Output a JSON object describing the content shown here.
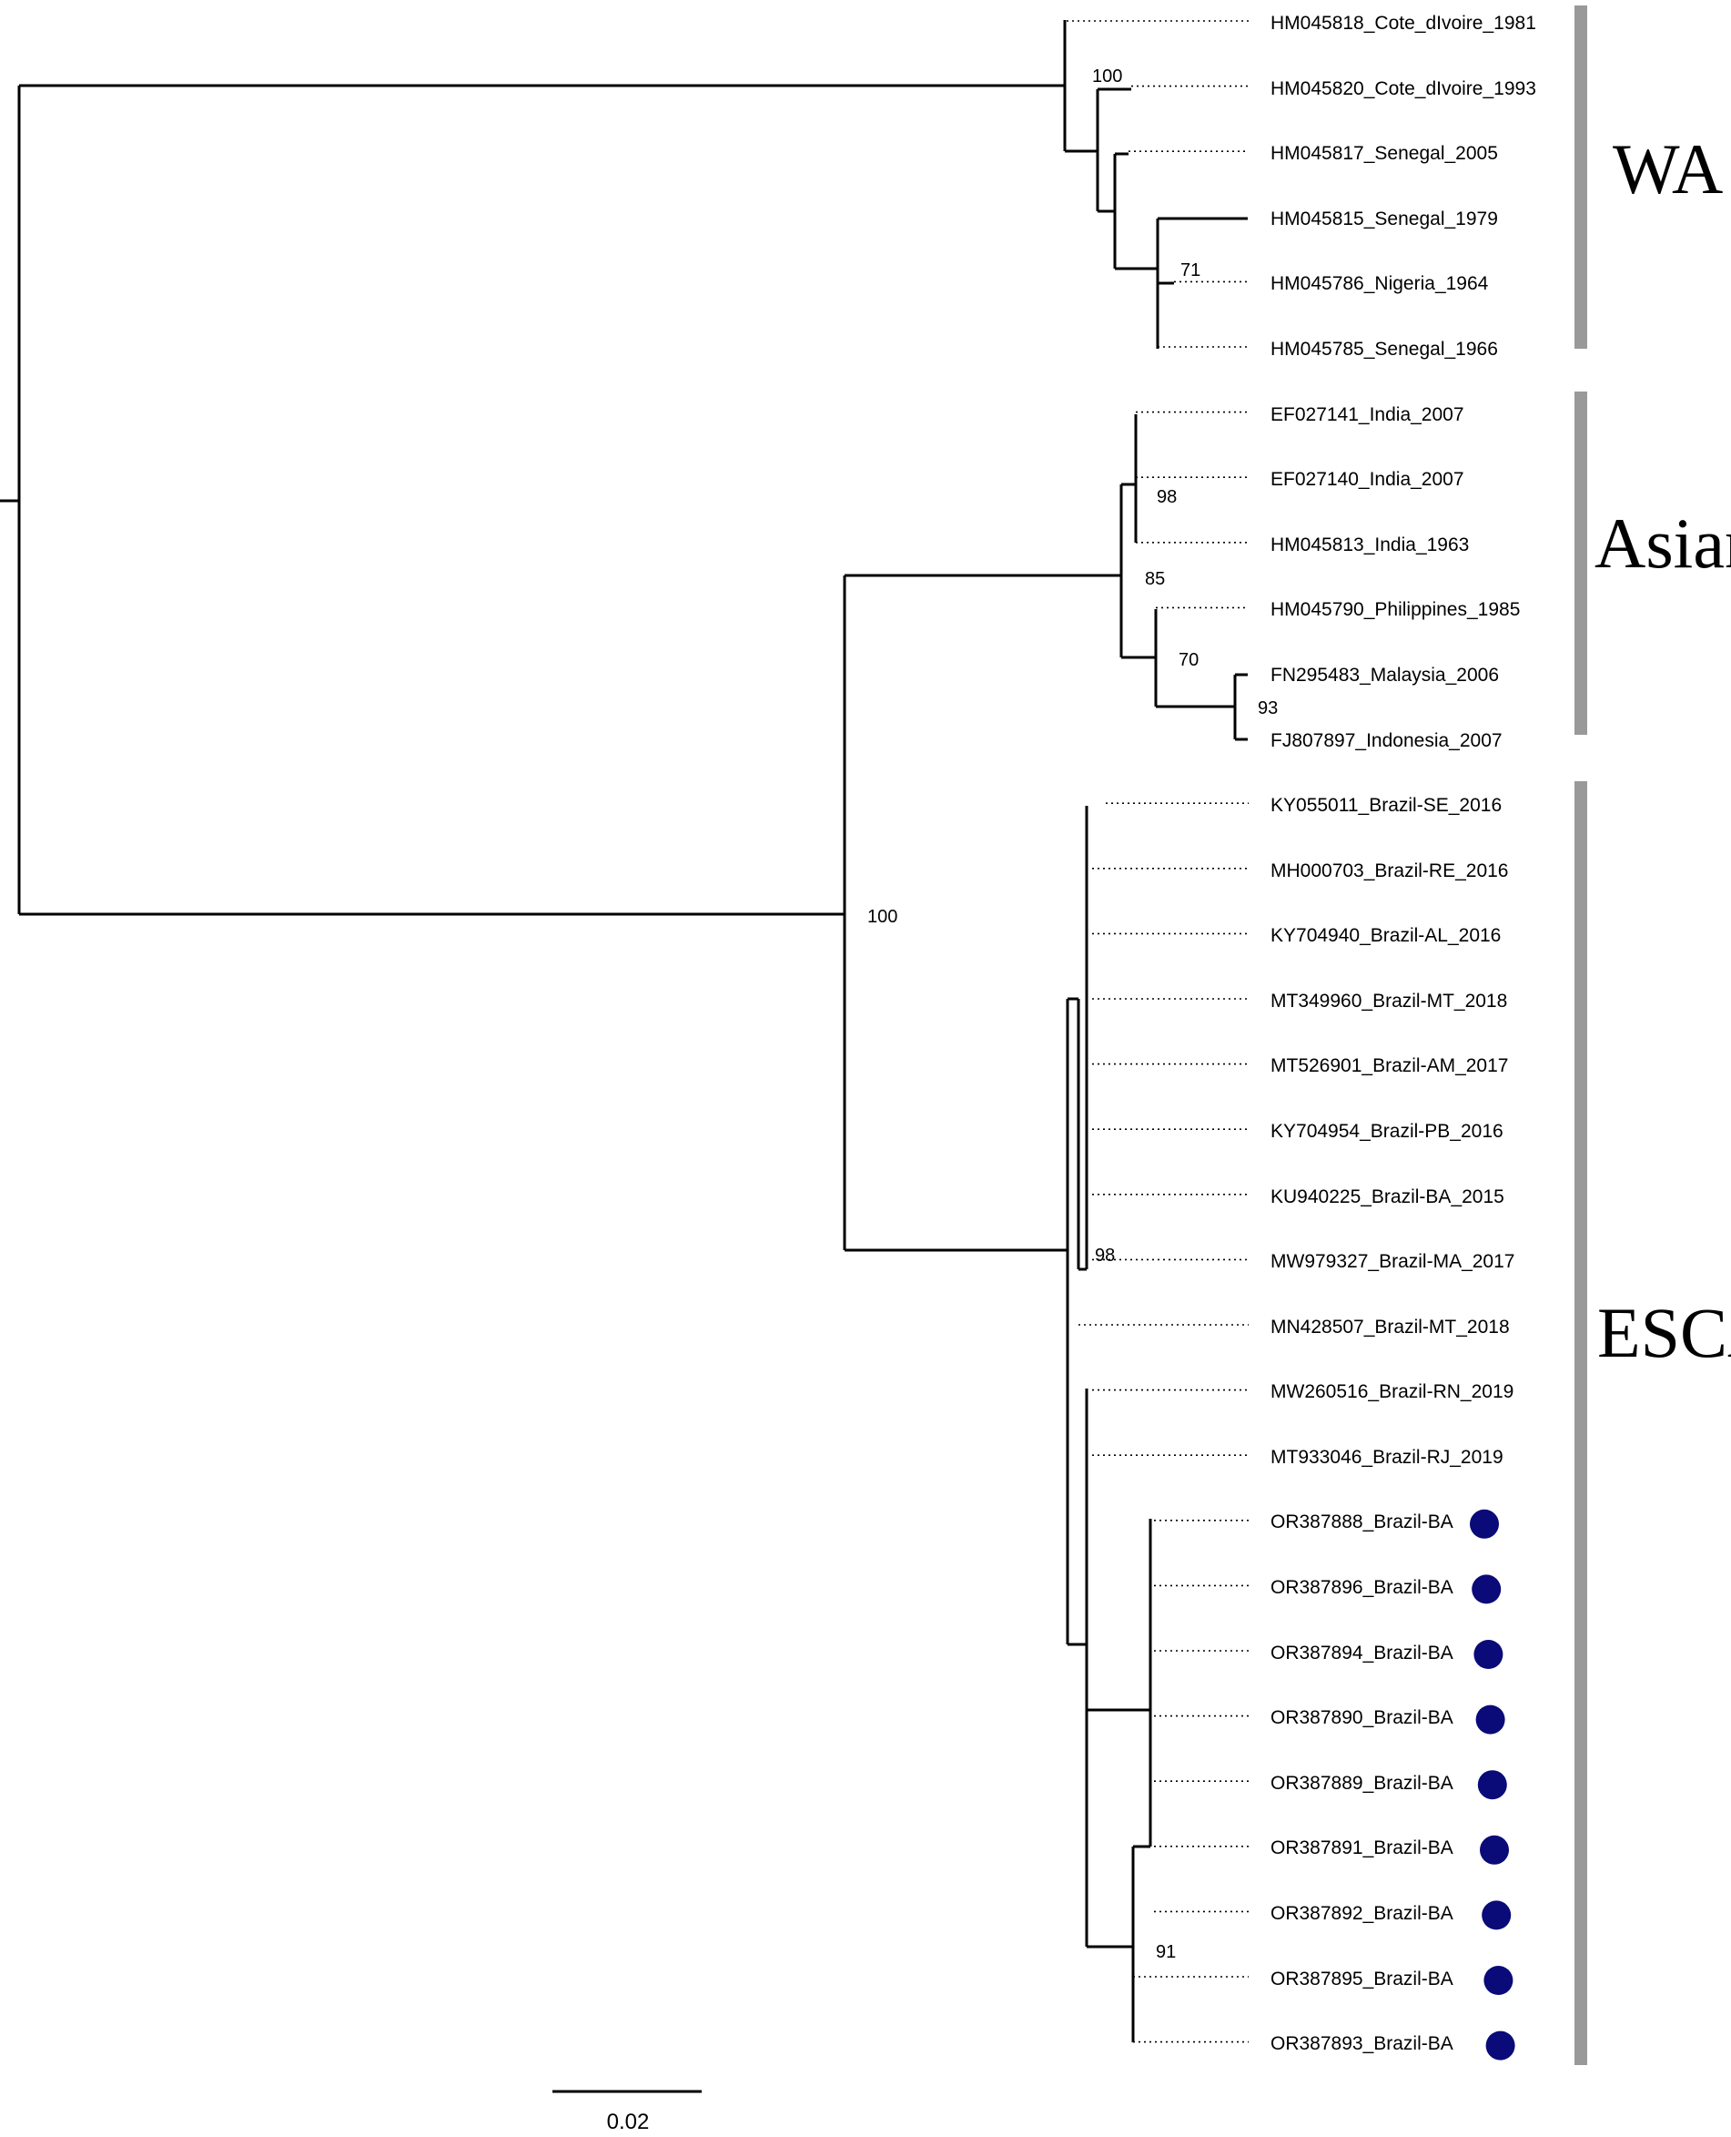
{
  "tips": [
    {
      "id": "w1",
      "label": "HM045818_Cote_dIvoire_1981",
      "marker": false
    },
    {
      "id": "w2",
      "label": "HM045820_Cote_dIvoire_1993",
      "marker": false
    },
    {
      "id": "w3",
      "label": "HM045817_Senegal_2005",
      "marker": false
    },
    {
      "id": "w4",
      "label": "HM045815_Senegal_1979",
      "marker": false
    },
    {
      "id": "w5",
      "label": "HM045786_Nigeria_1964",
      "marker": false
    },
    {
      "id": "w6",
      "label": "HM045785_Senegal_1966",
      "marker": false
    },
    {
      "id": "a1",
      "label": "EF027141_India_2007",
      "marker": false
    },
    {
      "id": "a2",
      "label": "EF027140_India_2007",
      "marker": false
    },
    {
      "id": "a3",
      "label": "HM045813_India_1963",
      "marker": false
    },
    {
      "id": "a4",
      "label": "HM045790_Philippines_1985",
      "marker": false
    },
    {
      "id": "a5",
      "label": "FN295483_Malaysia_2006",
      "marker": false
    },
    {
      "id": "a6",
      "label": "FJ807897_Indonesia_2007",
      "marker": false
    },
    {
      "id": "e1",
      "label": "KY055011_Brazil-SE_2016",
      "marker": false
    },
    {
      "id": "e2",
      "label": "MH000703_Brazil-RE_2016",
      "marker": false
    },
    {
      "id": "e3",
      "label": "KY704940_Brazil-AL_2016",
      "marker": false
    },
    {
      "id": "e4",
      "label": "MT349960_Brazil-MT_2018",
      "marker": false
    },
    {
      "id": "e5",
      "label": "MT526901_Brazil-AM_2017",
      "marker": false
    },
    {
      "id": "e6",
      "label": "KY704954_Brazil-PB_2016",
      "marker": false
    },
    {
      "id": "e7",
      "label": "KU940225_Brazil-BA_2015",
      "marker": false
    },
    {
      "id": "e8",
      "label": "MW979327_Brazil-MA_2017",
      "marker": false
    },
    {
      "id": "e9",
      "label": "MN428507_Brazil-MT_2018",
      "marker": false
    },
    {
      "id": "e10",
      "label": "MW260516_Brazil-RN_2019",
      "marker": false
    },
    {
      "id": "e11",
      "label": "MT933046_Brazil-RJ_2019",
      "marker": false
    },
    {
      "id": "o1",
      "label": "OR387888_Brazil-BA",
      "marker": true
    },
    {
      "id": "o2",
      "label": "OR387896_Brazil-BA",
      "marker": true
    },
    {
      "id": "o3",
      "label": "OR387894_Brazil-BA",
      "marker": true
    },
    {
      "id": "o4",
      "label": "OR387890_Brazil-BA",
      "marker": true
    },
    {
      "id": "o5",
      "label": "OR387889_Brazil-BA",
      "marker": true
    },
    {
      "id": "o6",
      "label": "OR387891_Brazil-BA",
      "marker": true
    },
    {
      "id": "o7",
      "label": "OR387892_Brazil-BA",
      "marker": true
    },
    {
      "id": "o8",
      "label": "OR387895_Brazil-BA",
      "marker": true
    },
    {
      "id": "o9",
      "label": "OR387893_Brazil-BA",
      "marker": true
    }
  ],
  "support_values": [
    {
      "node": "wa-cote",
      "value": "100"
    },
    {
      "node": "wa-nigeria",
      "value": "71"
    },
    {
      "node": "asian-india",
      "value": "98"
    },
    {
      "node": "asian-sea",
      "value": "85"
    },
    {
      "node": "asian-malaysia",
      "value": "70"
    },
    {
      "node": "asian-indonesia",
      "value": "93"
    },
    {
      "node": "asian-esca",
      "value": "100"
    },
    {
      "node": "esca-main",
      "value": "98"
    },
    {
      "node": "esca-or",
      "value": "91"
    }
  ],
  "clades": [
    {
      "id": "wa",
      "label": "WA"
    },
    {
      "id": "asian",
      "label": "Asian"
    },
    {
      "id": "esca",
      "label": "ESCA"
    }
  ],
  "scale_bar": {
    "label": "0.02",
    "length": 0.02
  },
  "colors": {
    "branch": "#000000",
    "clade_bar": "#999999",
    "marker": "#0a0a78"
  }
}
